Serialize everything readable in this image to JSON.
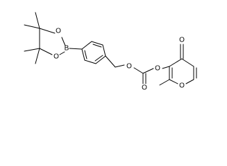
{
  "structure": {
    "atoms": {
      "ring_o1": "O",
      "ring_o2": "O",
      "boron": "B",
      "ester_o": "O",
      "carbonate_o_left": "O",
      "carbonate_o_right": "O",
      "carbonyl_o": "O",
      "ketone_o": "O",
      "pyranone_o": "O"
    }
  }
}
